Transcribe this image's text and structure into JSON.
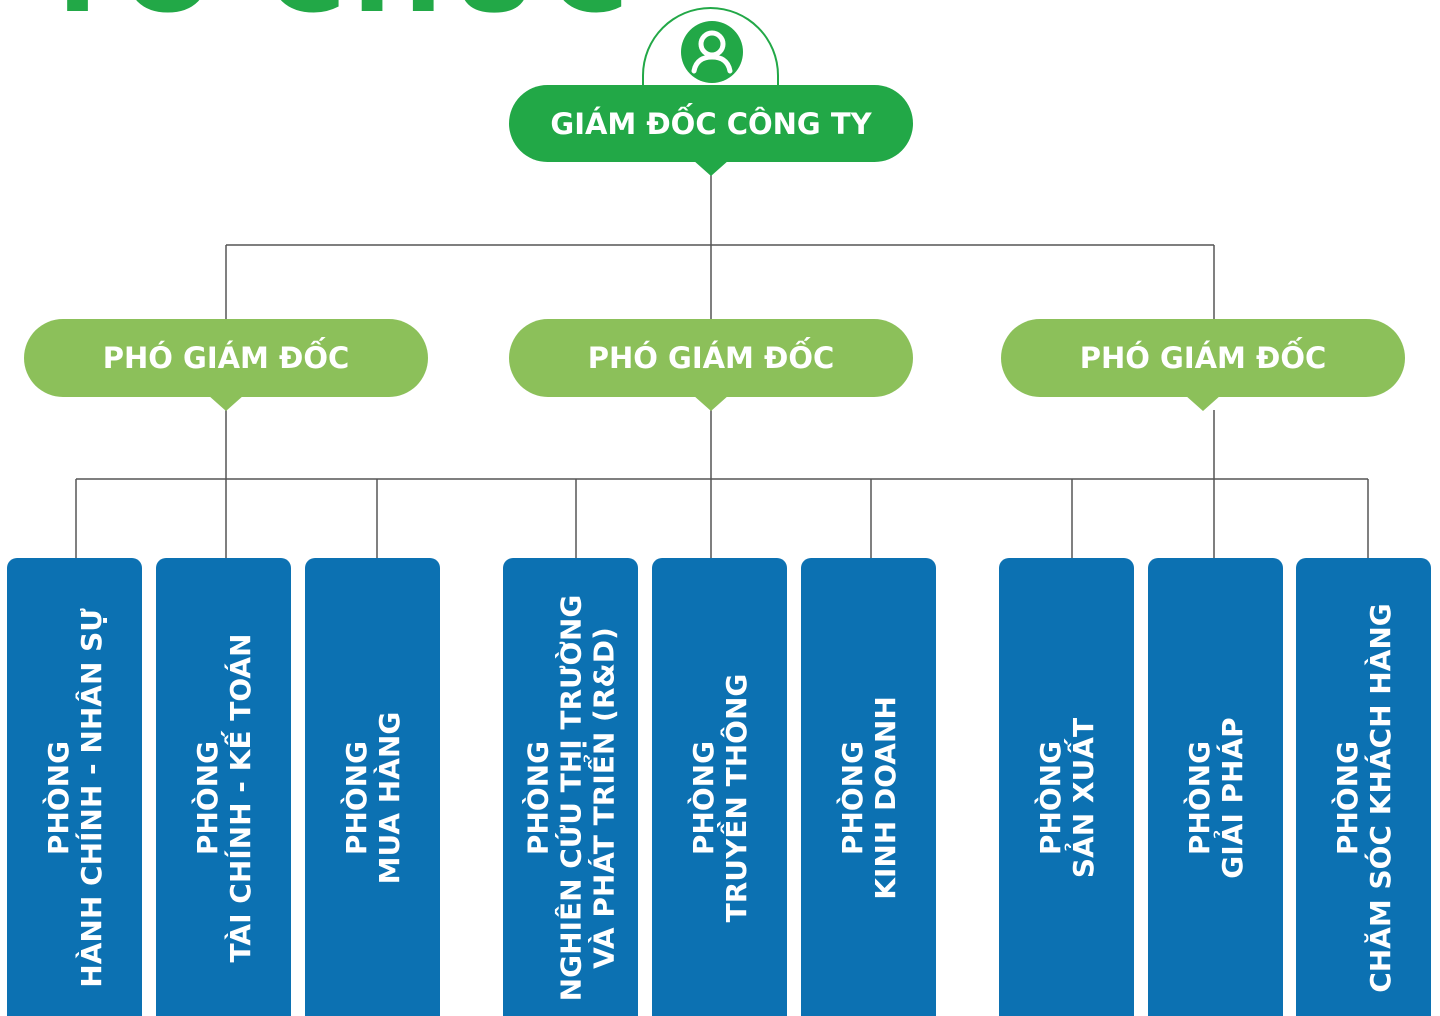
{
  "page_title_fragment": "TỔ CHỨC",
  "colors": {
    "ceo": "#22a847",
    "vice_director": "#8cc05a",
    "department": "#0c71b2",
    "connector": "#555555"
  },
  "icons": {
    "head": "user-icon"
  },
  "ceo": {
    "label": "GIÁM ĐỐC CÔNG TY"
  },
  "vice_directors": [
    {
      "label": "PHÓ GIÁM ĐỐC"
    },
    {
      "label": "PHÓ GIÁM ĐỐC"
    },
    {
      "label": "PHÓ GIÁM ĐỐC"
    }
  ],
  "departments": [
    {
      "lines": [
        "PHÒNG",
        "HÀNH CHÍNH - NHÂN SỰ"
      ]
    },
    {
      "lines": [
        "PHÒNG",
        "TÀI CHÍNH - KẾ TOÁN"
      ]
    },
    {
      "lines": [
        "PHÒNG",
        "MUA HÀNG"
      ]
    },
    {
      "lines": [
        "PHÒNG",
        "NGHIÊN CỨU THỊ TRƯỜNG",
        "VÀ PHÁT TRIỂN (R&D)"
      ]
    },
    {
      "lines": [
        "PHÒNG",
        "TRUYỀN THÔNG"
      ]
    },
    {
      "lines": [
        "PHÒNG",
        "KINH DOANH"
      ]
    },
    {
      "lines": [
        "PHÒNG",
        "SẢN XUẤT"
      ]
    },
    {
      "lines": [
        "PHÒNG",
        "GIẢI PHÁP"
      ]
    },
    {
      "lines": [
        "PHÒNG",
        "CHĂM SÓC KHÁCH HÀNG"
      ]
    }
  ]
}
